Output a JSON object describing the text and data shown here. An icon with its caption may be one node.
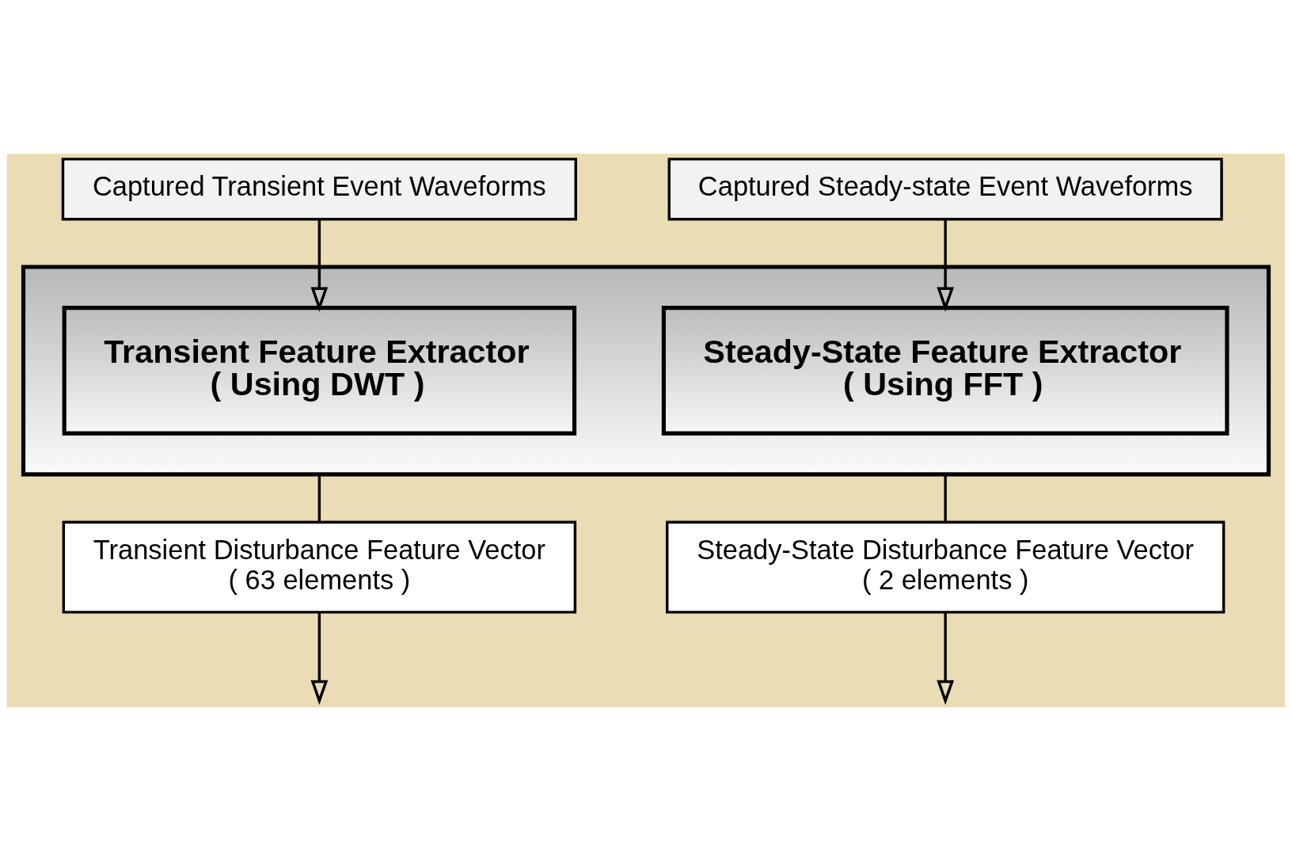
{
  "diagram": {
    "nodes": [
      {
        "text": [
          "Captured Transient Event Waveforms"
        ]
      },
      {
        "text": [
          "Captured Steady-state Event Waveforms"
        ]
      },
      {
        "text": [],
        "shape": "box"
      },
      {
        "text": [
          "Transient Feature Extractor",
          "( Using DWT )"
        ],
        "in": 2
      },
      {
        "text": [
          "Steady-State Feature Extractor",
          "( Using FFT )"
        ],
        "in": 2
      },
      {
        "text": [
          "Transient Disturbance Feature Vector",
          "( 63 elements )"
        ]
      },
      {
        "text": [
          "Steady-State Disturbance Feature Vector",
          "( 2 elements )"
        ]
      }
    ],
    "edges": [
      {
        "from": 0,
        "to": 3,
        "arrow": "to"
      },
      {
        "from": 1,
        "to": 4,
        "arrow": "to"
      },
      {
        "from": 2,
        "to": 5,
        "arrow": "none"
      },
      {
        "from": 2,
        "to": 6,
        "arrow": "none"
      },
      {
        "from": 5,
        "to": null,
        "arrow": "to"
      },
      {
        "from": 6,
        "to": null,
        "arrow": "to"
      }
    ]
  }
}
